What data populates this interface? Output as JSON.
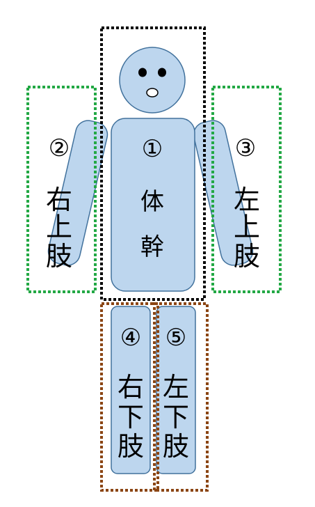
{
  "colors": {
    "body_fill": "#bdd6ee",
    "body_stroke": "#41719c",
    "trunk_frame": "#000000",
    "upper_limb_frame": "#22a844",
    "lower_limb_frame": "#8b4513"
  },
  "regions": {
    "trunk": {
      "number": "①",
      "char1": "体",
      "char2": "幹"
    },
    "right_upper_limb": {
      "number": "②",
      "char1": "右",
      "char2": "上",
      "char3": "肢"
    },
    "left_upper_limb": {
      "number": "③",
      "char1": "左",
      "char2": "上",
      "char3": "肢"
    },
    "right_lower_limb": {
      "number": "④",
      "char1": "右",
      "char2": "下",
      "char3": "肢"
    },
    "left_lower_limb": {
      "number": "⑤",
      "char1": "左",
      "char2": "下",
      "char3": "肢"
    }
  }
}
